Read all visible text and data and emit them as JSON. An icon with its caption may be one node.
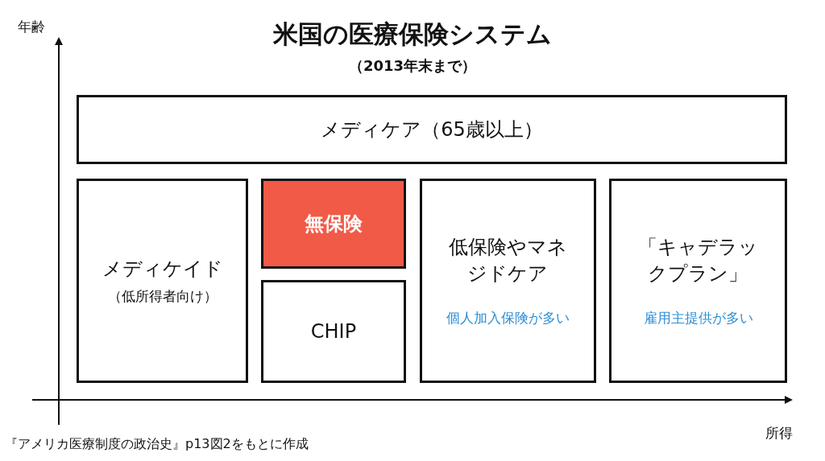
{
  "diagram": {
    "title": "米国の医療保険システム",
    "caption": "『アメリカ医療制度の政治史』p13図2をもとに作成",
    "nodes": [
      {
        "text": [
          "メディケア（65歳以上）"
        ]
      },
      {
        "text": [
          "メディケイド",
          "（低所得者向け）"
        ]
      },
      {
        "text": [
          "無保険"
        ]
      },
      {
        "text": [
          "CHIP"
        ]
      },
      {
        "text": [
          "低保険やマネジドケア",
          "個人加入保険が多い"
        ]
      },
      {
        "text": [
          "「キャデラックプラン」",
          "雇用主提供が多い"
        ]
      }
    ],
    "edges": [],
    "labels": [
      "（2013年末まで）",
      "年齢",
      "所得"
    ]
  }
}
